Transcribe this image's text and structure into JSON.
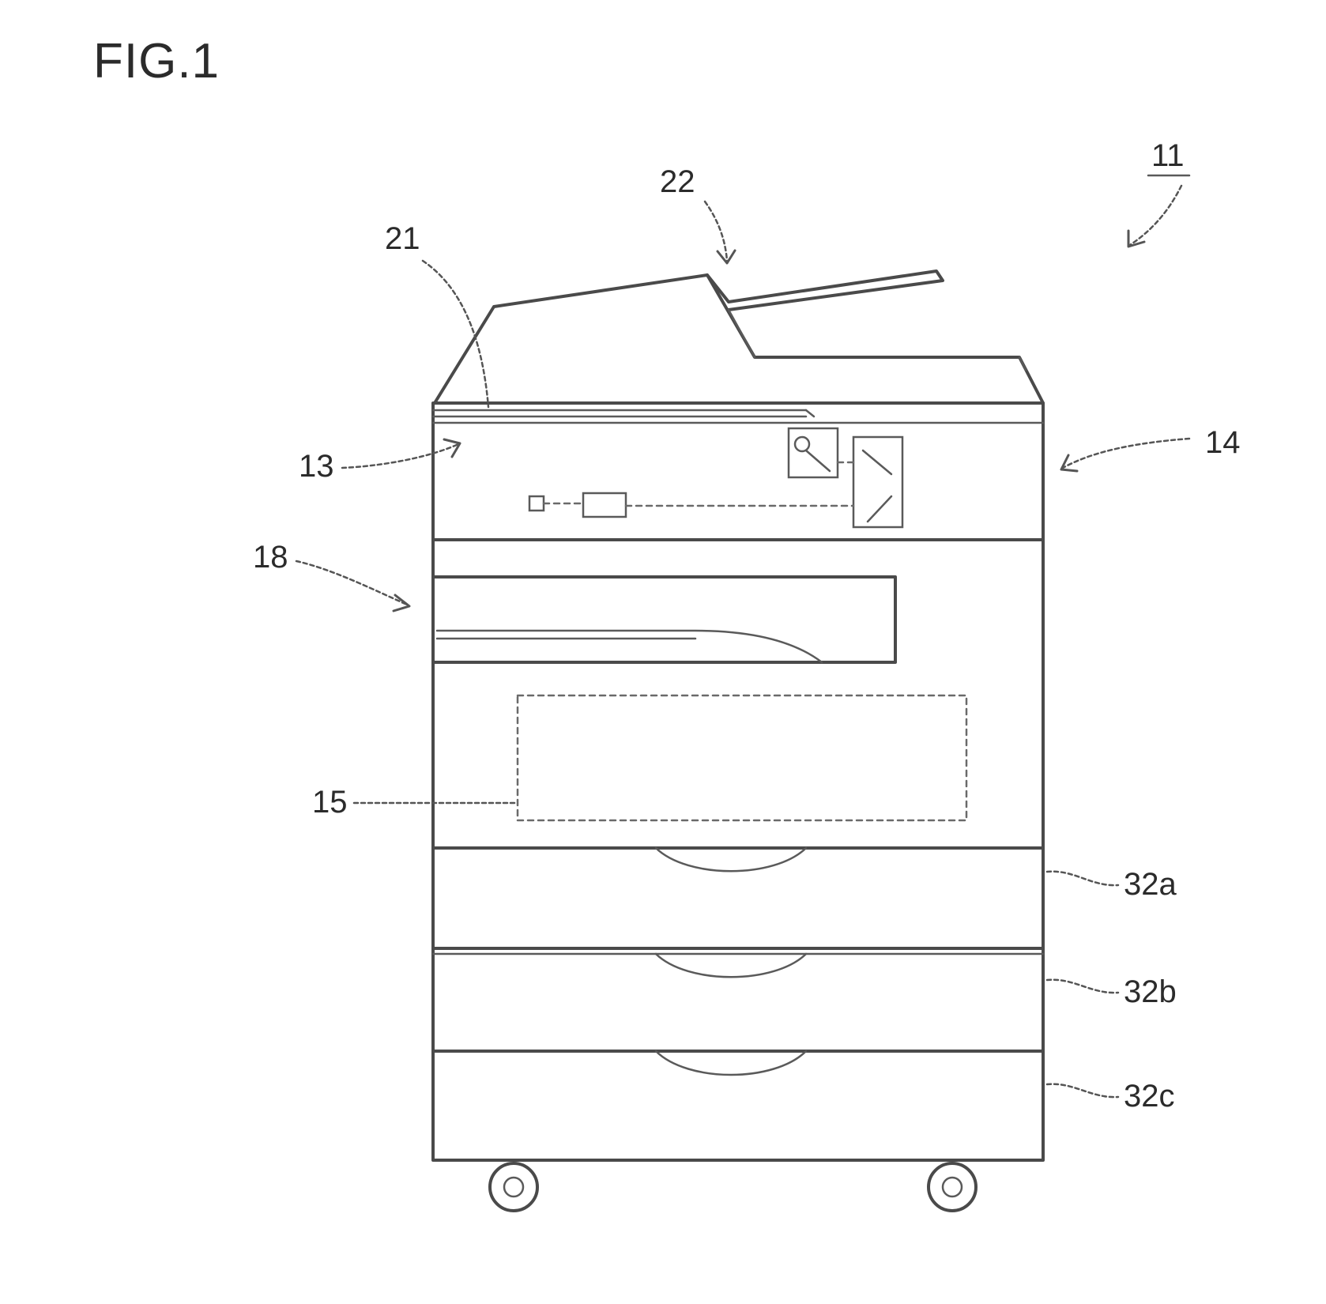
{
  "figure": {
    "title": "FIG.1",
    "labels": {
      "device": "11",
      "scanner_glass": "21",
      "document_feeder": "22",
      "operation_panel": "13",
      "housing": "14",
      "output_tray": "18",
      "front_cover": "15",
      "cassette_a": "32a",
      "cassette_b": "32b",
      "cassette_c": "32c"
    }
  }
}
